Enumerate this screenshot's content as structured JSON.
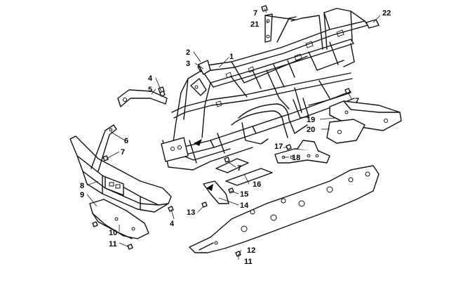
{
  "callouts": {
    "c1": "1",
    "c2": "2",
    "c3": "3",
    "c4a": "4",
    "c4b": "4",
    "c5": "5",
    "c6": "6",
    "c7a": "7",
    "c7b": "7",
    "c7c": "7",
    "c7d": "7",
    "c8": "8",
    "c9": "9",
    "c10": "10",
    "c11a": "11",
    "c11b": "11",
    "c12": "12",
    "c13": "13",
    "c14": "14",
    "c15": "15",
    "c16": "16",
    "c17": "17",
    "c18": "18",
    "c19": "19",
    "c20": "20",
    "c21": "21",
    "c22": "22"
  }
}
